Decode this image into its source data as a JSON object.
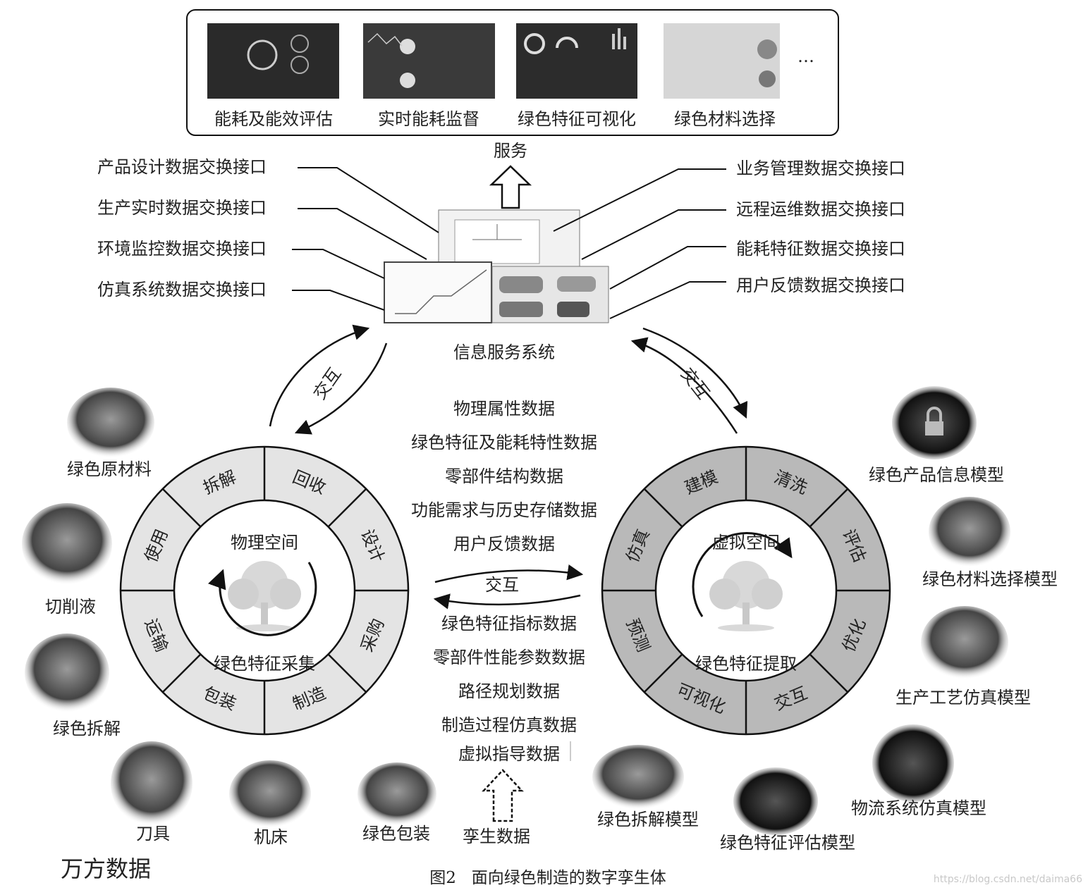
{
  "services": {
    "items": [
      "能耗及能效评估",
      "实时能耗监督",
      "绿色特征可视化",
      "绿色材料选择"
    ],
    "more": "…",
    "caption": "服务"
  },
  "left_interfaces": [
    "产品设计数据交换接口",
    "生产实时数据交换接口",
    "环境监控数据交换接口",
    "仿真系统数据交换接口"
  ],
  "right_interfaces": [
    "业务管理数据交换接口",
    "远程运维数据交换接口",
    "能耗特征数据交换接口",
    "用户反馈数据交换接口"
  ],
  "info_system": "信息服务系统",
  "interact_label": "交互",
  "physical": {
    "title": "物理空间",
    "center": "绿色特征采集",
    "segments": [
      "回收",
      "设计",
      "采购",
      "制造",
      "包装",
      "运输",
      "使用",
      "拆解"
    ],
    "ring_color": "#e4e4e4"
  },
  "virtual": {
    "title": "虚拟空间",
    "center": "绿色特征提取",
    "segments": [
      "清洗",
      "评估",
      "优化",
      "交互",
      "可视化",
      "预测",
      "仿真",
      "建模"
    ],
    "ring_color": "#b9b9b9"
  },
  "upper_data": [
    "物理属性数据",
    "绿色特征及能耗特性数据",
    "零部件结构数据",
    "功能需求与历史存储数据",
    "用户反馈数据"
  ],
  "lower_data": [
    "绿色特征指标数据",
    "零部件性能参数数据",
    "路径规划数据",
    "制造过程仿真数据",
    "虚拟指导数据"
  ],
  "twin_data": "孪生数据",
  "left_items": [
    "绿色原材料",
    "切削液",
    "绿色拆解",
    "刀具",
    "机床",
    "绿色包装"
  ],
  "right_items": [
    "绿色产品信息模型",
    "绿色材料选择模型",
    "生产工艺仿真模型",
    "物流系统仿真模型",
    "绿色特征评估模型",
    "绿色拆解模型"
  ],
  "caption": "图2   面向绿色制造的数字孪生体",
  "watermark": "万方数据",
  "url_watermark": "https://blog.csdn.net/daima66"
}
